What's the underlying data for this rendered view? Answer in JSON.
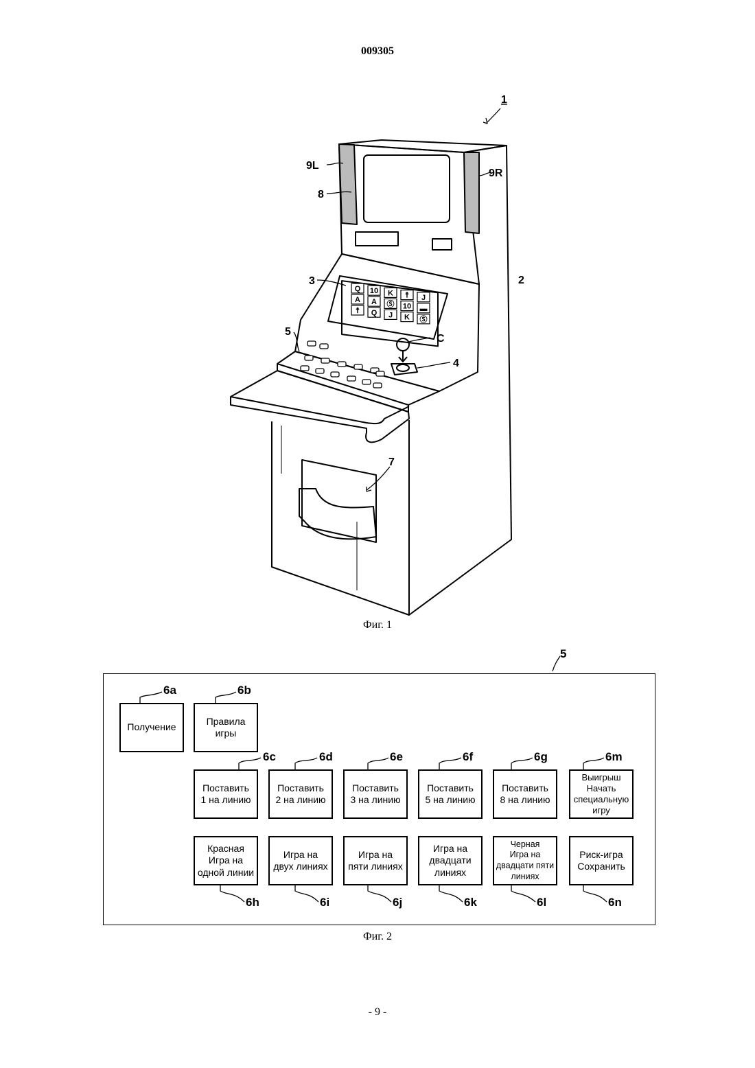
{
  "header": {
    "doc_number": "009305"
  },
  "figure1": {
    "caption": "Фиг. 1",
    "labels": {
      "machine": "1",
      "cabinet": "2",
      "lower_display": "3",
      "coin_slot": "4",
      "buttons": "5",
      "tray": "7",
      "upper_display": "8",
      "left_speaker": "9L",
      "right_speaker": "9R",
      "coin": "C"
    },
    "reels": [
      [
        "Q",
        "10",
        "K",
        "☨",
        "J"
      ],
      [
        "A",
        "A",
        "Ⓢ",
        "10",
        "▬"
      ],
      [
        "☨",
        "Q",
        "J",
        "K",
        "Ⓢ"
      ]
    ]
  },
  "figure2": {
    "caption": "Фиг. 2",
    "panel_label": "5",
    "keys": {
      "6a": {
        "id": "6a",
        "text": "Получение"
      },
      "6b": {
        "id": "6b",
        "text": "Правила\nигры"
      },
      "6c": {
        "id": "6c",
        "text": "Поставить\n1 на линию"
      },
      "6d": {
        "id": "6d",
        "text": "Поставить\n2 на линию"
      },
      "6e": {
        "id": "6e",
        "text": "Поставить\n3 на линию"
      },
      "6f": {
        "id": "6f",
        "text": "Поставить\n5 на линию"
      },
      "6g": {
        "id": "6g",
        "text": "Поставить\n8 на линию"
      },
      "6m": {
        "id": "6m",
        "text": "Выигрыш\nНачать\nспециальную\nигру"
      },
      "6h": {
        "id": "6h",
        "text": "Красная\nИгра на\nодной линии"
      },
      "6i": {
        "id": "6i",
        "text": "Игра на\nдвух линиях"
      },
      "6j": {
        "id": "6j",
        "text": "Игра на\nпяти линиях"
      },
      "6k": {
        "id": "6k",
        "text": "Игра на\nдвадцати\nлиниях"
      },
      "6l": {
        "id": "6l",
        "text": "Черная\nИгра на\nдвадцати пяти\nлиниях"
      },
      "6n": {
        "id": "6n",
        "text": "Риск-игра\nСохранить"
      }
    }
  },
  "footer": {
    "page": "- 9 -"
  }
}
